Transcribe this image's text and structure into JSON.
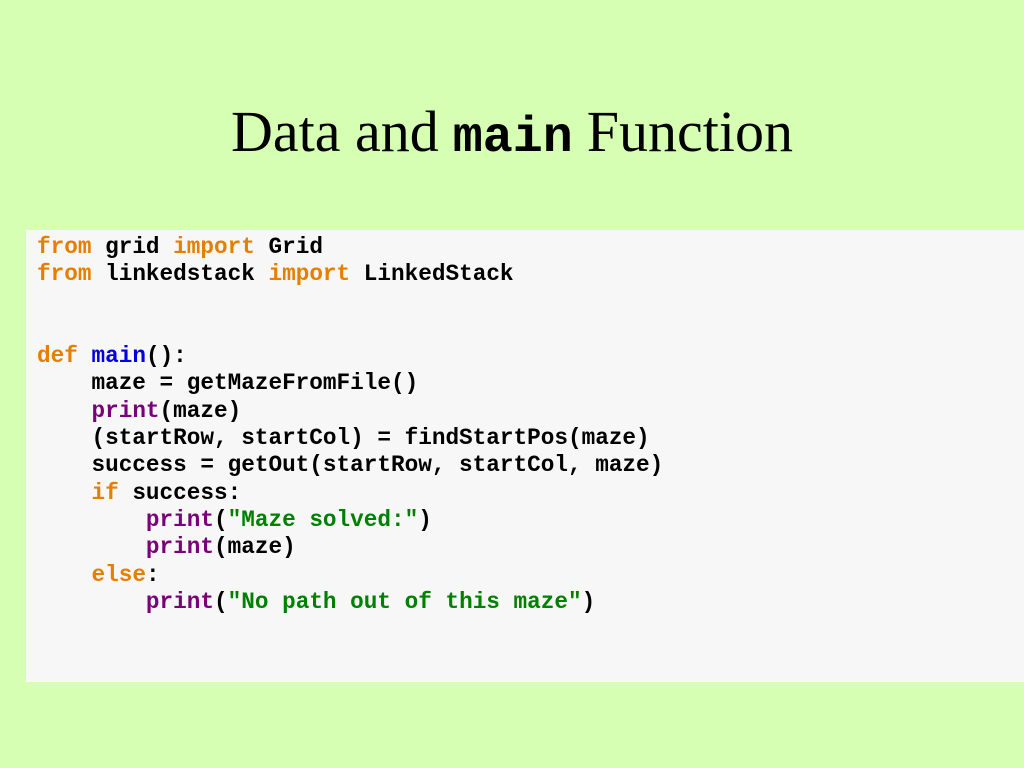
{
  "colors": {
    "background": "#d6ffb3",
    "code_panel": "#f7f7f7",
    "text": "#000000",
    "keyword": "#e67e00",
    "function_name": "#0000e0",
    "builtin": "#7a007a",
    "string": "#008000"
  },
  "title": {
    "prefix": "Data and",
    "code_word": "main",
    "suffix": "Function"
  },
  "code_lines": [
    [
      {
        "text": "from",
        "kind": "keyword"
      },
      {
        "text": " grid ",
        "kind": "plain"
      },
      {
        "text": "import",
        "kind": "keyword"
      },
      {
        "text": " Grid",
        "kind": "plain"
      }
    ],
    [
      {
        "text": "from",
        "kind": "keyword"
      },
      {
        "text": " linkedstack ",
        "kind": "plain"
      },
      {
        "text": "import",
        "kind": "keyword"
      },
      {
        "text": " LinkedStack",
        "kind": "plain"
      }
    ],
    [],
    [],
    [
      {
        "text": "def",
        "kind": "keyword"
      },
      {
        "text": " ",
        "kind": "plain"
      },
      {
        "text": "main",
        "kind": "function_name"
      },
      {
        "text": "():",
        "kind": "plain"
      }
    ],
    [
      {
        "text": "    maze = getMazeFromFile()",
        "kind": "plain"
      }
    ],
    [
      {
        "text": "    ",
        "kind": "plain"
      },
      {
        "text": "print",
        "kind": "builtin"
      },
      {
        "text": "(maze)",
        "kind": "plain"
      }
    ],
    [
      {
        "text": "    (startRow, startCol) = findStartPos(maze)",
        "kind": "plain"
      }
    ],
    [
      {
        "text": "    success = getOut(startRow, startCol, maze)",
        "kind": "plain"
      }
    ],
    [
      {
        "text": "    ",
        "kind": "plain"
      },
      {
        "text": "if",
        "kind": "keyword"
      },
      {
        "text": " success:",
        "kind": "plain"
      }
    ],
    [
      {
        "text": "        ",
        "kind": "plain"
      },
      {
        "text": "print",
        "kind": "builtin"
      },
      {
        "text": "(",
        "kind": "plain"
      },
      {
        "text": "\"Maze solved:\"",
        "kind": "string"
      },
      {
        "text": ")",
        "kind": "plain"
      }
    ],
    [
      {
        "text": "        ",
        "kind": "plain"
      },
      {
        "text": "print",
        "kind": "builtin"
      },
      {
        "text": "(maze)",
        "kind": "plain"
      }
    ],
    [
      {
        "text": "    ",
        "kind": "plain"
      },
      {
        "text": "else",
        "kind": "keyword"
      },
      {
        "text": ":",
        "kind": "plain"
      }
    ],
    [
      {
        "text": "        ",
        "kind": "plain"
      },
      {
        "text": "print",
        "kind": "builtin"
      },
      {
        "text": "(",
        "kind": "plain"
      },
      {
        "text": "\"No path out of this maze\"",
        "kind": "string"
      },
      {
        "text": ")",
        "kind": "plain"
      }
    ]
  ]
}
